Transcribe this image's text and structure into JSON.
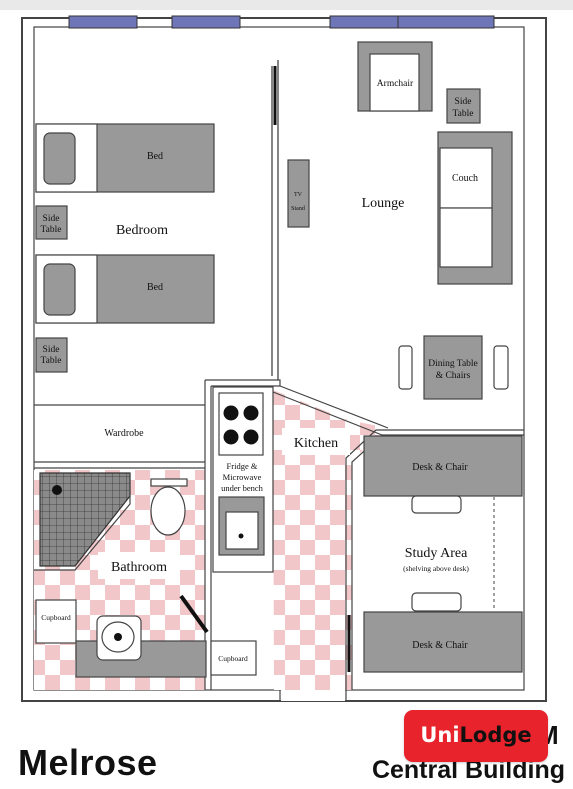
{
  "rooms": {
    "bedroom": "Bedroom",
    "lounge": "Lounge",
    "kitchen": "Kitchen",
    "bathroom": "Bathroom",
    "study_area": "Study Area",
    "study_note": "(shelving above desk)"
  },
  "furniture": {
    "bed_1": "Bed",
    "bed_2": "Bed",
    "side_table_1": [
      "Side",
      "Table"
    ],
    "side_table_2": [
      "Side",
      "Table"
    ],
    "side_table_3": [
      "Side",
      "Table"
    ],
    "wardrobe": "Wardrobe",
    "armchair": "Armchair",
    "couch": "Couch",
    "tv_stand": [
      "TV",
      "Stand"
    ],
    "dining": [
      "Dining Table",
      "& Chairs"
    ],
    "fridge": [
      "Fridge &",
      "Microwave",
      "under bench"
    ],
    "desk_top": "Desk & Chair",
    "desk_bottom": "Desk & Chair",
    "cupboard_left": "Cupboard",
    "cupboard_right": "Cupboard"
  },
  "footer": {
    "title": "Melrose",
    "building": "Central Building",
    "building_letter": "M",
    "logo_uni": "Uni",
    "logo_lodge": "Lodge"
  },
  "colors": {
    "furniture_grey": "#999999",
    "tile_pink": "#f2c7c9",
    "logo_red": "#e8232c",
    "window_blue": "#6f76b8"
  }
}
